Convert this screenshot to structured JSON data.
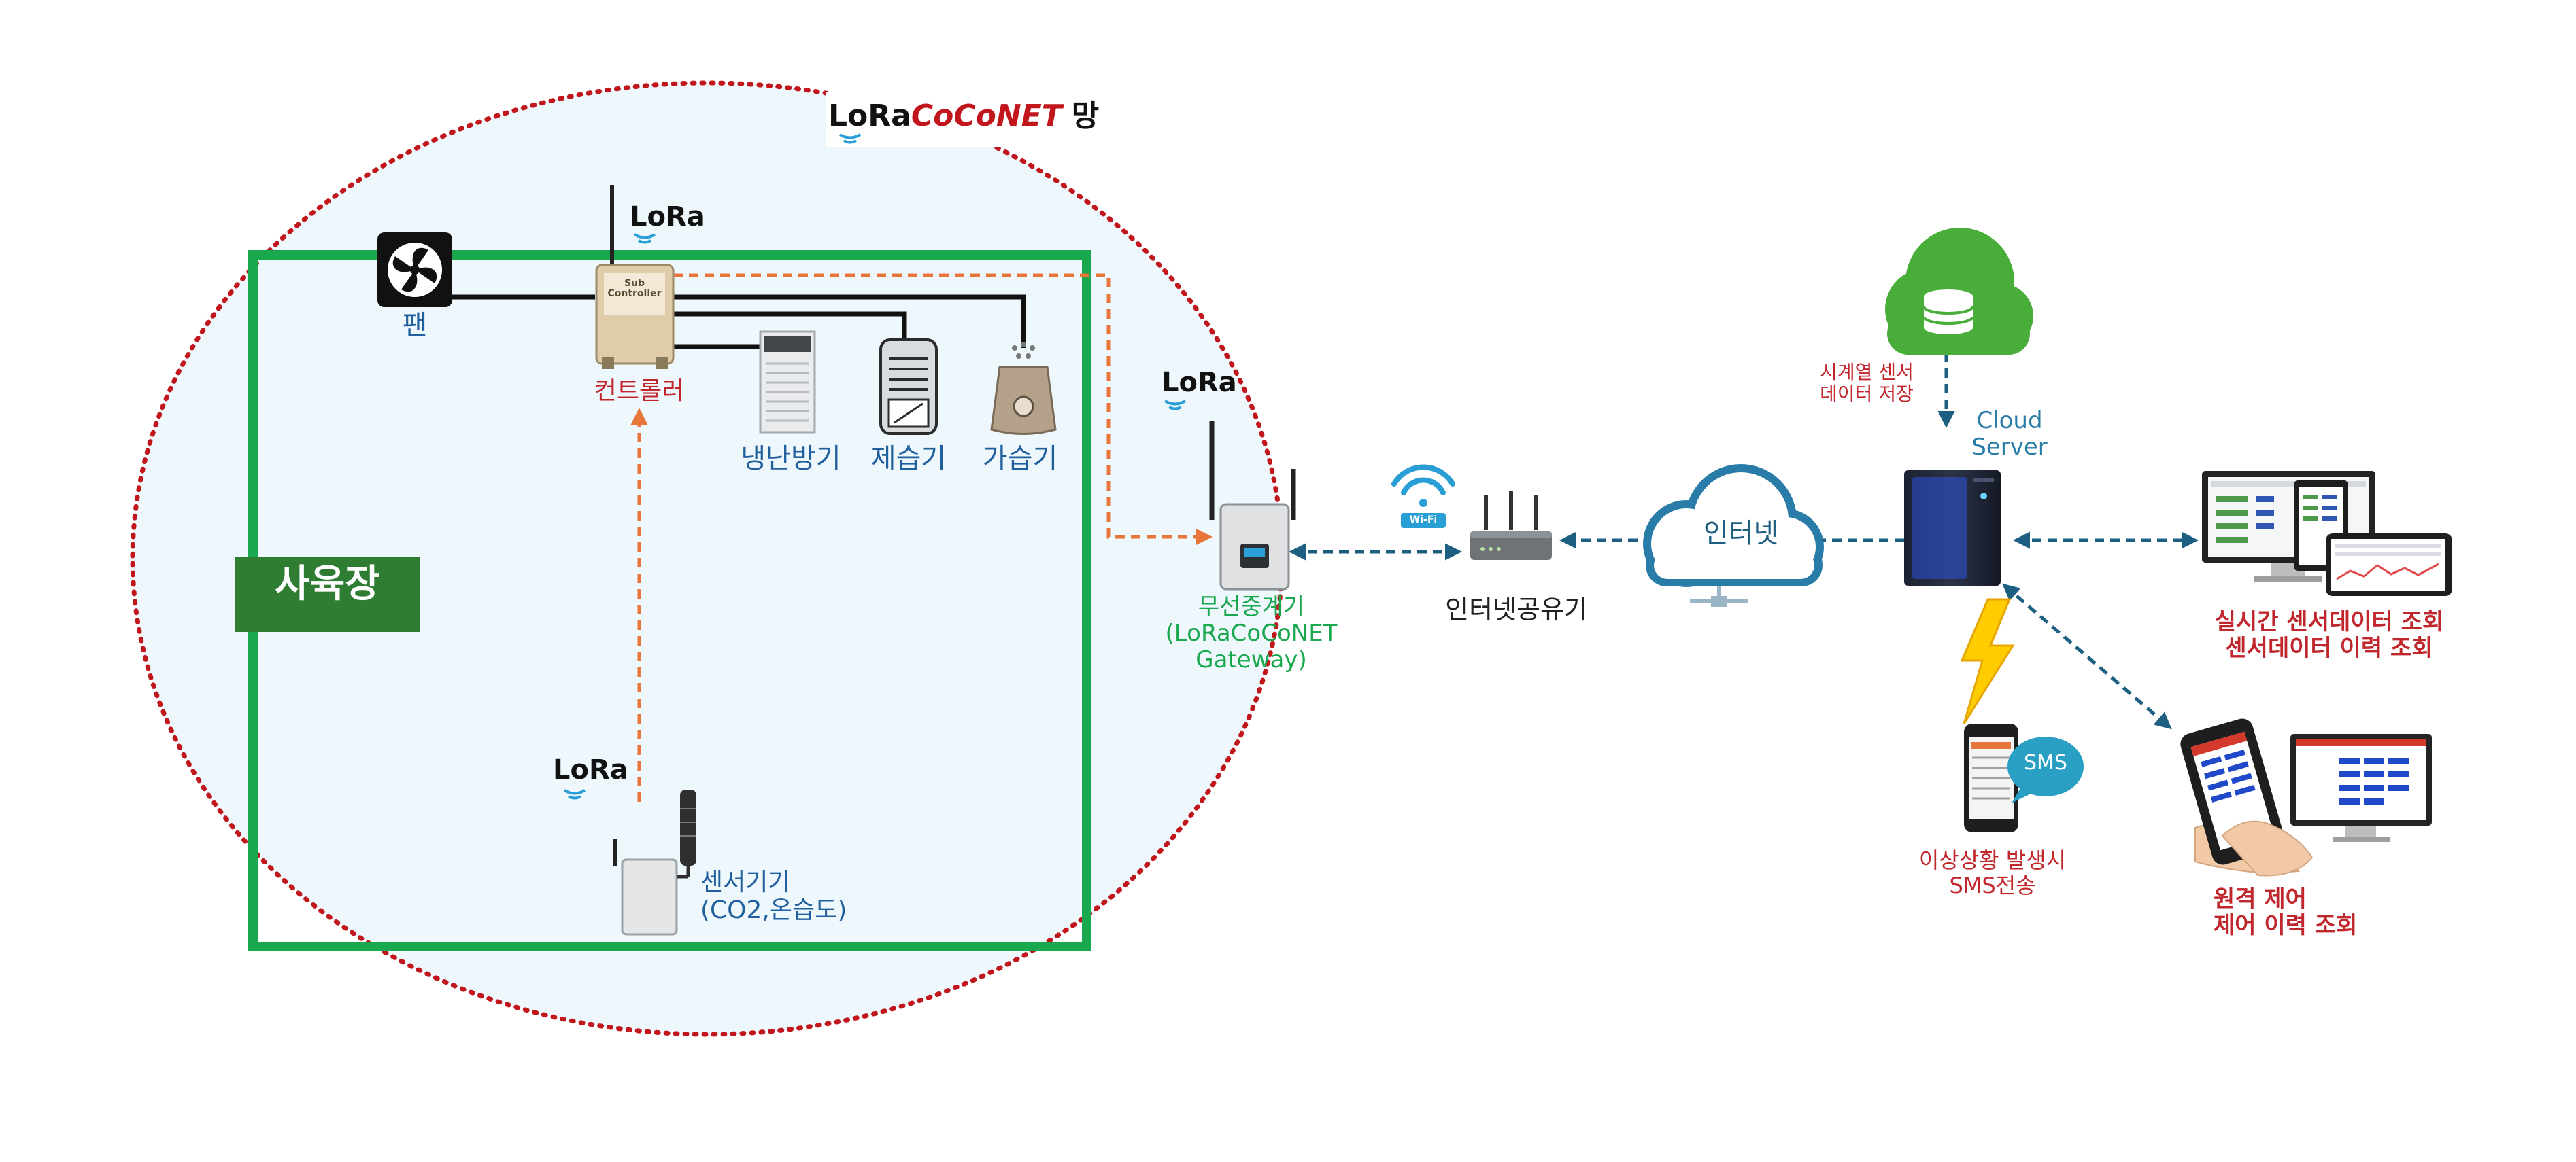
{
  "network": {
    "logo_lora": "LoRa",
    "logo_coconet": "CoCoNET",
    "logo_suffix": "망"
  },
  "lora_badge": "LoRa",
  "farm": {
    "label": "사육장",
    "border_color": "#1aa84f",
    "label_bg": "#2e7d32"
  },
  "devices": {
    "fan": "팬",
    "controller": "컨트롤러",
    "controller_tag_line1": "Sub",
    "controller_tag_line2": "Controller",
    "aircon": "냉난방기",
    "dehumidifier": "제습기",
    "humidifier": "가습기",
    "sensor_line1": "센서기기",
    "sensor_line2": "(CO2,온습도)",
    "gateway_line1": "무선중계기",
    "gateway_line2": "(LoRaCoCoNET",
    "gateway_line3": "Gateway)",
    "wifi": "Wi-Fi",
    "router": "인터넷공유기",
    "internet": "인터넷",
    "cloud_server_line1": "Cloud",
    "cloud_server_line2": "Server",
    "storage_line1": "시계열 센서",
    "storage_line2": "데이터 저장",
    "sms_badge": "SMS",
    "sms_line1": "이상상황 발생시",
    "sms_line2": "SMS전송",
    "realtime_line1": "실시간 센서데이터 조회",
    "realtime_line2": "센서데이터 이력 조회",
    "remote_line1": "원격 제어",
    "remote_line2": "제어 이력 조회"
  },
  "colors": {
    "boundary": "#c0161c",
    "zone_fill": "#eef7fc",
    "dashed_orange": "#e8753a",
    "dashed_blue": "#1d5f80",
    "cloud_green": "#49ad3a",
    "internet_cloud": "#2a7ca8"
  }
}
